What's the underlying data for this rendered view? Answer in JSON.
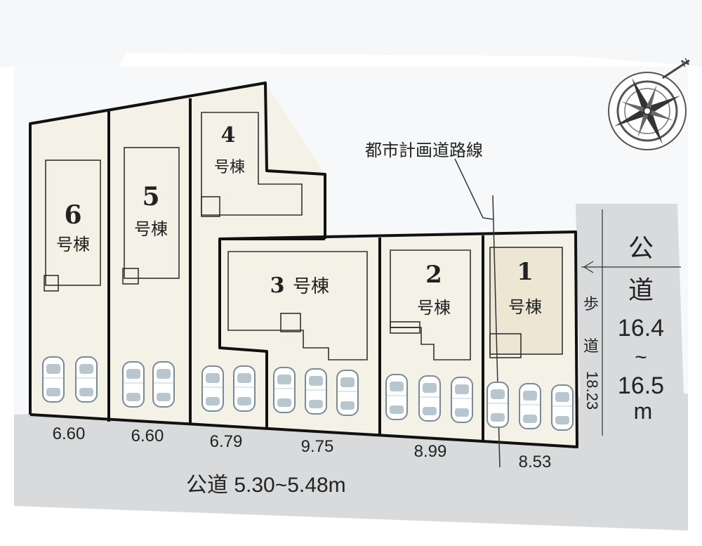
{
  "colors": {
    "background": "#ffffff",
    "backdrop": "#f2f4f6",
    "road": "#d9dadb",
    "lot_fill": "#f4f1e6",
    "line": "#111111",
    "text": "#222222"
  },
  "plan": {
    "buildings": [
      {
        "number": "1",
        "suffix": "号棟"
      },
      {
        "number": "2",
        "suffix": "号棟"
      },
      {
        "number": "3",
        "suffix": "号棟"
      },
      {
        "number": "4",
        "suffix": "号棟"
      },
      {
        "number": "5",
        "suffix": "号棟"
      },
      {
        "number": "6",
        "suffix": "号棟"
      }
    ],
    "frontages": [
      "6.60",
      "6.60",
      "6.79",
      "9.75",
      "8.99",
      "8.53"
    ],
    "side_depth": "18.23",
    "planned_road_label": "都市計画道路線",
    "south_road_label": "公道 5.30~5.48m",
    "east_road": {
      "ch1": "公",
      "ch2": "道",
      "width_from": "16.4",
      "tilde": "~",
      "width_to": "16.5",
      "unit": "m"
    },
    "sidewalk": {
      "ch1": "歩",
      "ch2": "道"
    },
    "compass_icon": "compass-rose-icon"
  }
}
